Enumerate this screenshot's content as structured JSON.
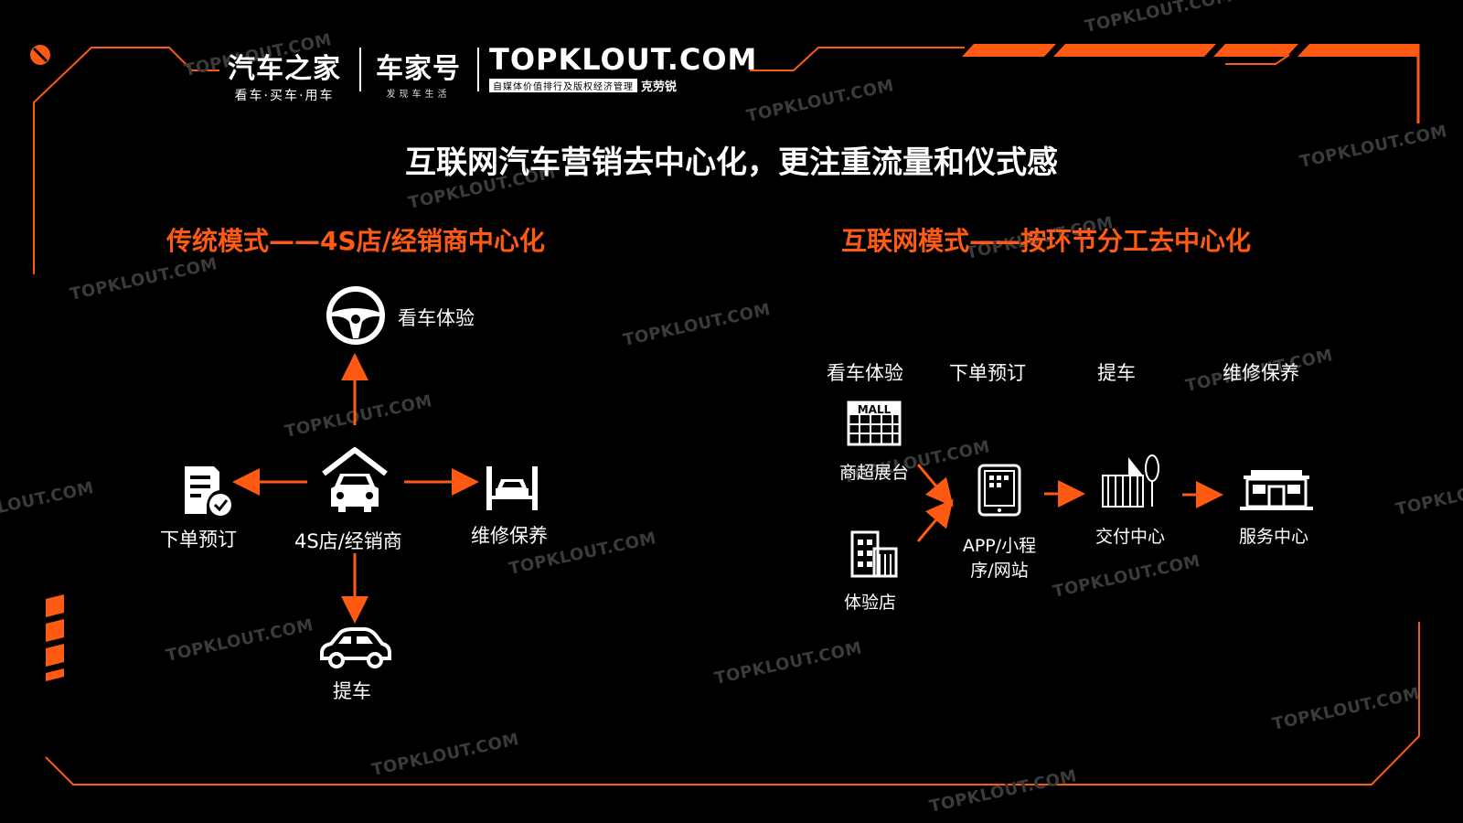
{
  "colors": {
    "accent": "#ff5a14",
    "background": "#000000",
    "text": "#ffffff",
    "watermark": "#3b3b3b"
  },
  "brand": {
    "autohome_name": "汽车之家",
    "autohome_tagline": "看车·买车·用车",
    "chejiahao_name": "车家号",
    "chejiahao_tagline": "发现车生活",
    "topklout_name": "TOPKLOUT.COM",
    "topklout_tagline": "自媒体价值排行及版权经济管理",
    "topklout_cn": "克劳锐"
  },
  "headline": "互联网汽车营销去中心化，更注重流量和仪式感",
  "left": {
    "title": "传统模式——4S店/经销商中心化",
    "center_label": "4S店/经销商",
    "nodes": {
      "top": "看车体验",
      "left": "下单预订",
      "right": "维修保养",
      "bottom": "提车"
    }
  },
  "right": {
    "title": "互联网模式——按环节分工去中心化",
    "stages": [
      "看车体验",
      "下单预订",
      "提车",
      "维修保养"
    ],
    "nodes": {
      "mall": "商超展台",
      "store": "体验店",
      "app_line1": "APP/小程",
      "app_line2": "序/网站",
      "delivery": "交付中心",
      "service": "服务中心"
    },
    "icons": {
      "mall_sign": "MALL"
    }
  },
  "watermark_text": "TOPKLOUT.COM"
}
